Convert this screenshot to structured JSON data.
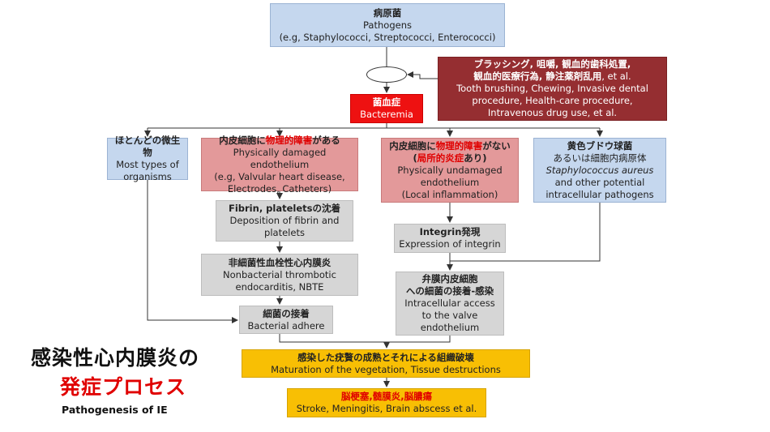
{
  "pathogens": {
    "jp": "病原菌",
    "en1": "Pathogens",
    "en2": "(e.g, Staphylococci, Streptococci, Enterococci)"
  },
  "risk": {
    "jp1": "ブラッシング, 咀嚼, 観血的歯科処置,",
    "jp2": "観血的医療行為, 静注薬剤乱用",
    "jp2_suffix": ", et al.",
    "en1": "Tooth brushing, Chewing, Invasive dental",
    "en2": "procedure, Health-care procedure,",
    "en3": "Intravenous drug use, et al."
  },
  "bacteremia": {
    "jp": "菌血症",
    "en": "Bacteremia"
  },
  "most_organisms": {
    "jp": "ほとんどの微生物",
    "en1": "Most types of",
    "en2": "organisms"
  },
  "damaged": {
    "jp_a": "内皮細胞に",
    "jp_b": "物理的障害",
    "jp_c": "がある",
    "en1": "Physically damaged endothelium",
    "en2": "(e.g, Valvular heart disease,",
    "en3": "Electrodes, Catheters)"
  },
  "undamaged": {
    "jp_a": "内皮細胞に",
    "jp_b": "物理的障害",
    "jp_c": "がない",
    "jp2_a": "(",
    "jp2_b": "局所的炎症",
    "jp2_c": "あり)",
    "en1": "Physically undamaged",
    "en2": "endothelium",
    "en3": "(Local inflammation)"
  },
  "staph": {
    "jp1": "黄色ブドウ球菌",
    "jp2": "あるいは細胞内病原体",
    "en1": "Staphylococcus aureus",
    "en2": "and other potential",
    "en3": "intracellular pathogens"
  },
  "fibrin": {
    "jp": "Fibrin, plateletsの沈着",
    "en1": "Deposition of fibrin and",
    "en2": "platelets"
  },
  "nbte": {
    "jp": "非細菌性血栓性心内膜炎",
    "en1": "Nonbacterial thrombotic",
    "en2": "endocarditis, NBTE"
  },
  "adhere": {
    "jp": "細菌の接着",
    "en": "Bacterial adhere"
  },
  "integrin": {
    "jp": "Integrin発現",
    "en": "Expression of integrin"
  },
  "valve": {
    "jp1": "弁膜内皮細胞",
    "jp2": "への細菌の接着-感染",
    "en1": "Intracellular access",
    "en2": "to the valve",
    "en3": "endothelium"
  },
  "vegetation": {
    "jp": "感染した疣贅の成熟とそれによる組織破壊",
    "en": "Maturation of the vegetation, Tissue destructions"
  },
  "outcome": {
    "jp": "脳梗塞,髄膜炎,脳膿瘍",
    "en": "Stroke, Meningitis, Brain abscess et al."
  },
  "title": {
    "line1": "感染性心内膜炎の",
    "line2": "発症プロセス",
    "line3": "Pathogenesis of IE"
  },
  "colors": {
    "blue": "#c5d7ee",
    "pink": "#e3999a",
    "gray": "#d6d6d6",
    "gold": "#f8bf04",
    "darkred": "#952e31",
    "red": "#ee1111"
  }
}
